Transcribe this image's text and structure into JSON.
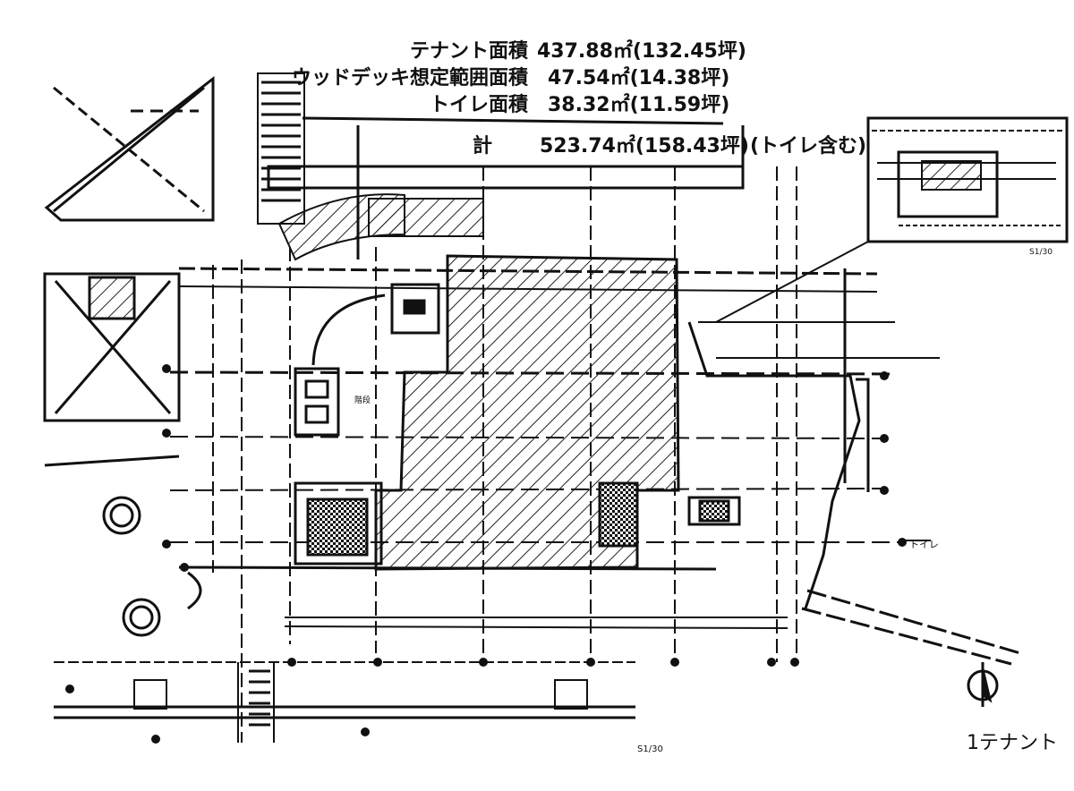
{
  "areas": {
    "tenant": {
      "label": "テナント面積",
      "value": "437.88㎡(132.45坪)"
    },
    "deck": {
      "label": "ウッドデッキ想定範囲面積",
      "value": "47.54㎡(14.38坪)"
    },
    "toilet": {
      "label": "トイレ面積",
      "value": "38.32㎡(11.59坪)"
    },
    "total": {
      "label": "計",
      "value": "523.74㎡(158.43坪)",
      "note": "(トイレ含む)"
    }
  },
  "callouts": {
    "toilet": "トイレ",
    "stair": "階段",
    "scale_main": "S1/30",
    "scale_inset": "S1/30"
  },
  "page_label": "1テナント",
  "colors": {
    "ink": "#111111",
    "hatch": "#222222",
    "paper": "#ffffff"
  }
}
